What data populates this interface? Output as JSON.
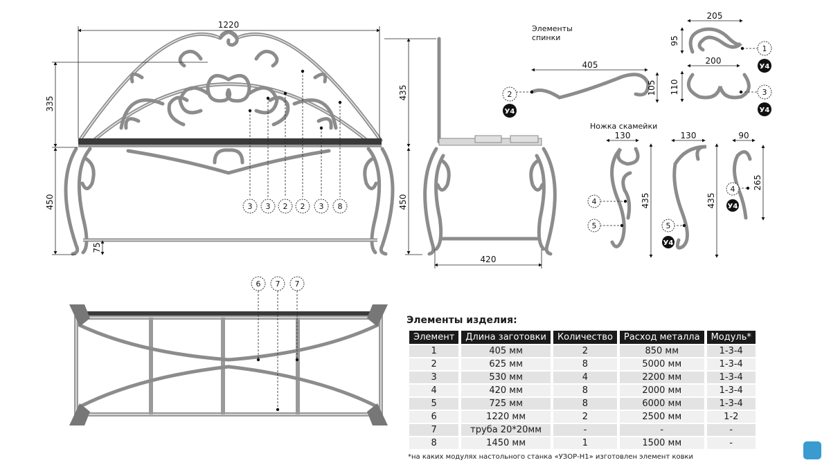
{
  "dimensions": {
    "front_width": "1220",
    "back_height": "335",
    "total_height": "435",
    "leg_height_front": "450",
    "leg_height_side": "450",
    "bar_height": "75",
    "seat_depth": "420",
    "e1_width": "205",
    "e1_height": "95",
    "e2_width": "405",
    "e2_height": "105",
    "e3_width": "200",
    "e3_height": "110",
    "leg4_width": "130",
    "leg4_height": "435",
    "leg5_width": "130",
    "leg5_height": "435",
    "legsmall_width": "90",
    "legsmall_height": "265"
  },
  "section_titles": {
    "back_elements": [
      "Элементы",
      "спинки"
    ],
    "leg": "Ножка скамейки"
  },
  "front_callouts": [
    "3",
    "3",
    "2",
    "2",
    "3",
    "8"
  ],
  "top_callouts": [
    "6",
    "7",
    "7"
  ],
  "part_callouts": {
    "e1": "1",
    "e2": "2",
    "e3": "3",
    "leg4": "4",
    "leg5a": "5",
    "leg5b": "5",
    "legsmall": "4"
  },
  "module_badge": "У4",
  "table": {
    "title": "Элементы изделия:",
    "headers": [
      "Элемент",
      "Длина заготовки",
      "Количество",
      "Расход металла",
      "Модуль*"
    ],
    "rows": [
      [
        "1",
        "405 мм",
        "2",
        "850 мм",
        "1-3-4"
      ],
      [
        "2",
        "625 мм",
        "8",
        "5000 мм",
        "1-3-4"
      ],
      [
        "3",
        "530 мм",
        "4",
        "2200 мм",
        "1-3-4"
      ],
      [
        "4",
        "420 мм",
        "8",
        "2000 мм",
        "1-3-4"
      ],
      [
        "5",
        "725 мм",
        "8",
        "6000 мм",
        "1-3-4"
      ],
      [
        "6",
        "1220 мм",
        "2",
        "2500 мм",
        "1-2"
      ],
      [
        "7",
        "труба 20*20мм",
        "-",
        "-",
        "-"
      ],
      [
        "8",
        "1450 мм",
        "1",
        "1500 мм",
        "-"
      ]
    ]
  },
  "footnote": "*на каких модулях настольного станка «УЗОР-Н1» изготовлен элемент ковки"
}
